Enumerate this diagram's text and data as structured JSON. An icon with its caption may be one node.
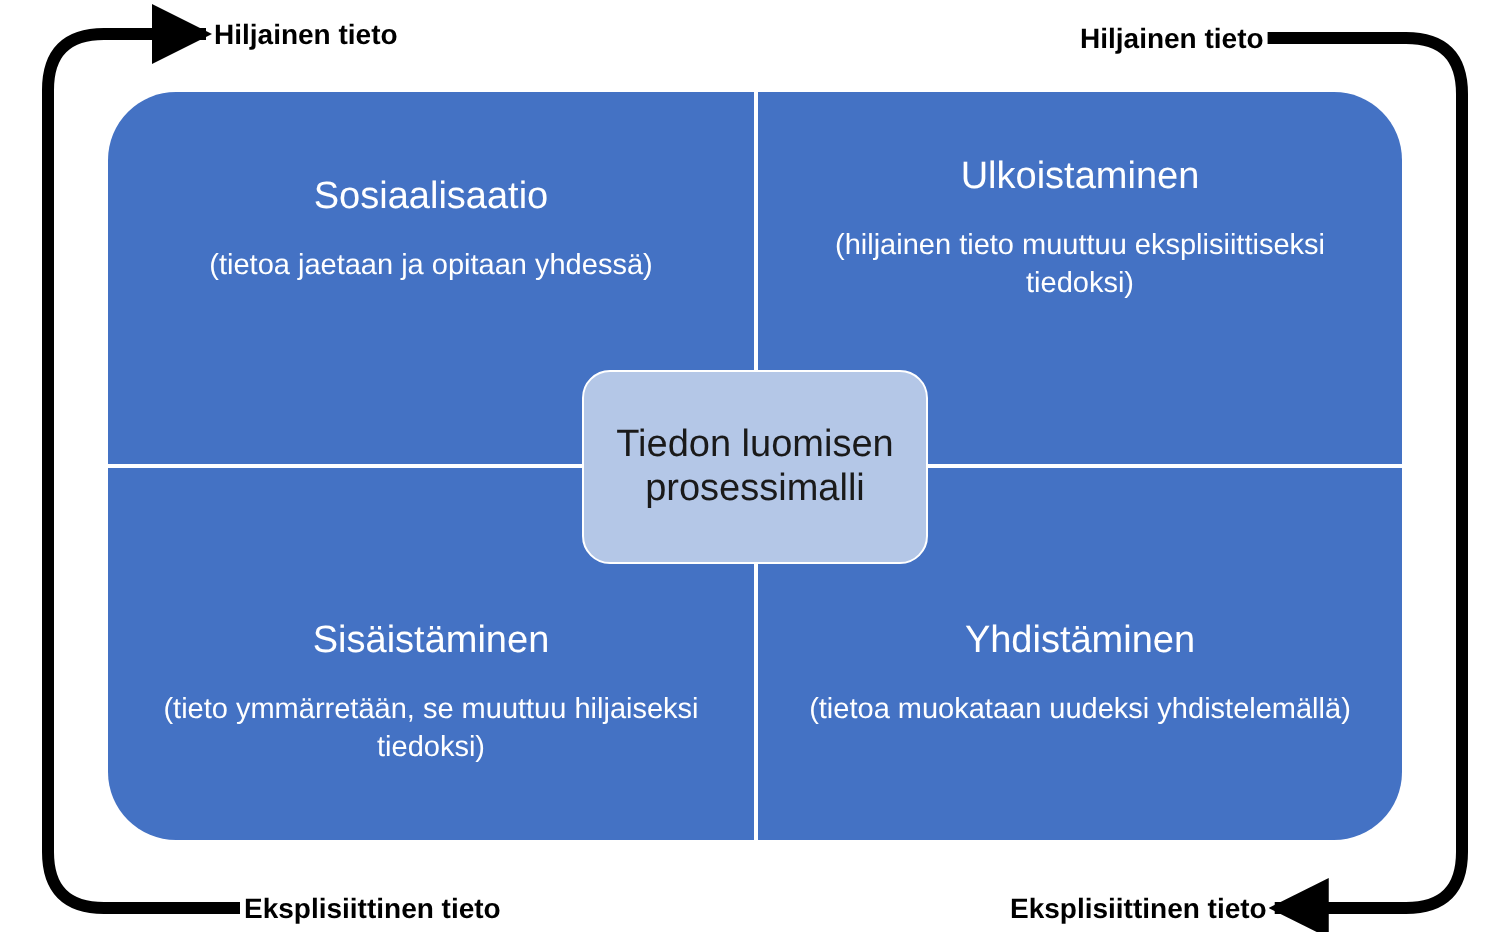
{
  "diagram": {
    "nodes": [
      {
        "text": [
          "Hiljainen tieto"
        ]
      },
      {
        "text": [
          "Hiljainen tieto"
        ]
      },
      {
        "text": [
          "Sosiaalisaatio",
          "(tietoa jaetaan ja opitaan yhdessä)"
        ]
      },
      {
        "text": [
          "Ulkoistaminen",
          "(hiljainen tieto muuttuu eksplisiittiseksi tiedoksi)"
        ]
      },
      {
        "text": [
          "Tiedon luomisen prosessimalli"
        ]
      },
      {
        "text": [
          "Sisäistäminen",
          "(tieto ymmärretään, se muuttuu hiljaiseksi tiedoksi)"
        ]
      },
      {
        "text": [
          "Yhdistäminen",
          "(tietoa muokataan uudeksi yhdistelemällä)"
        ]
      },
      {
        "text": [
          "Eksplisiittinen tieto"
        ]
      },
      {
        "text": [
          "Eksplisiittinen tieto"
        ]
      }
    ],
    "edges": [
      {
        "from": 7,
        "to": 0,
        "arrow": "to"
      },
      {
        "from": 1,
        "to": 8,
        "arrow": "to"
      }
    ]
  }
}
